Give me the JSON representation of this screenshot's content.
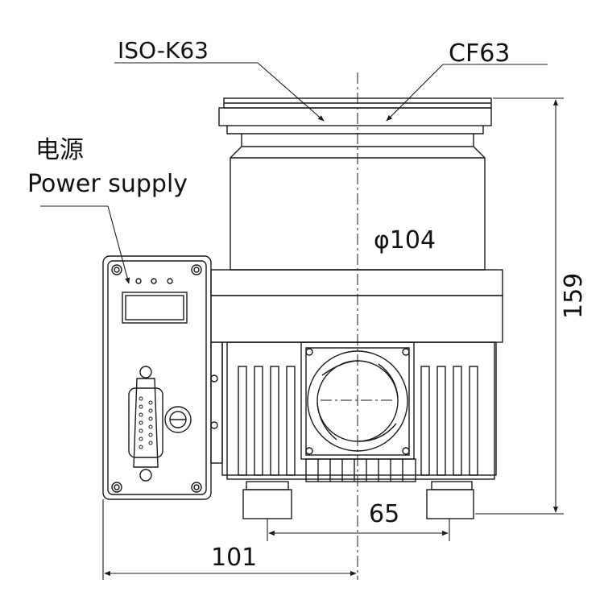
{
  "labels": {
    "flange_iso": "ISO-K63",
    "flange_cf": "CF63",
    "power_cn": "电源",
    "power_en": "Power supply",
    "diameter": "φ104",
    "height": "159",
    "foot_spacing": "65",
    "supply_width": "101"
  },
  "colors": {
    "line": "#1a1a1a",
    "background": "#ffffff"
  }
}
